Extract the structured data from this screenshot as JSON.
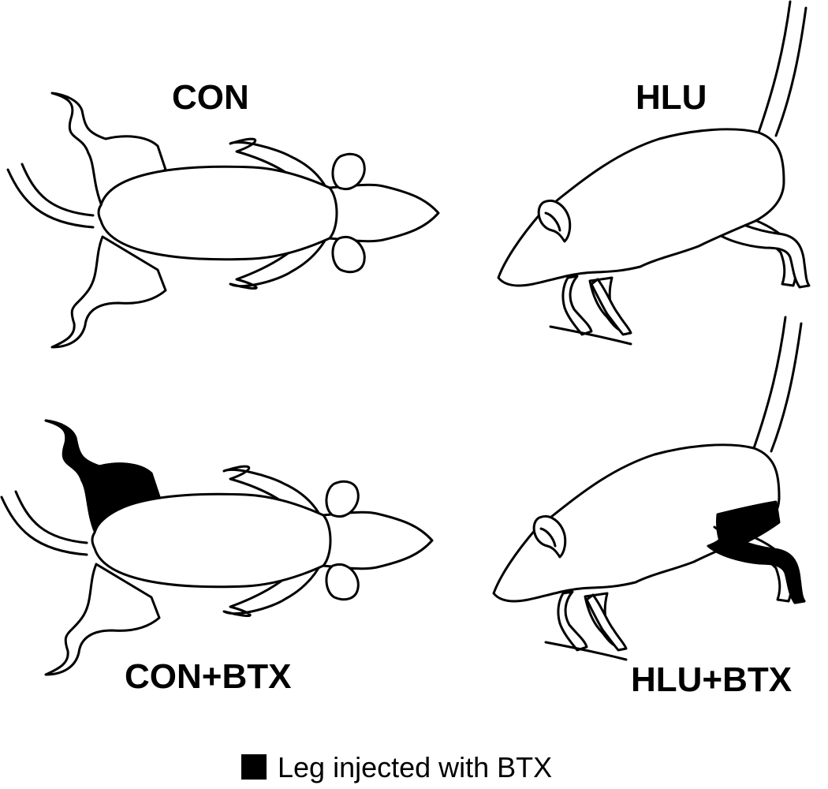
{
  "groups": {
    "con": {
      "label": "CON"
    },
    "hlu": {
      "label": "HLU"
    },
    "con_btx": {
      "label": "CON+BTX"
    },
    "hlu_btx": {
      "label": "HLU+BTX"
    }
  },
  "legend": {
    "label": "Leg injected with BTX",
    "swatch_color": "#000000"
  },
  "colors": {
    "outline": "#000000",
    "background": "#ffffff",
    "injected_leg": "#000000"
  }
}
